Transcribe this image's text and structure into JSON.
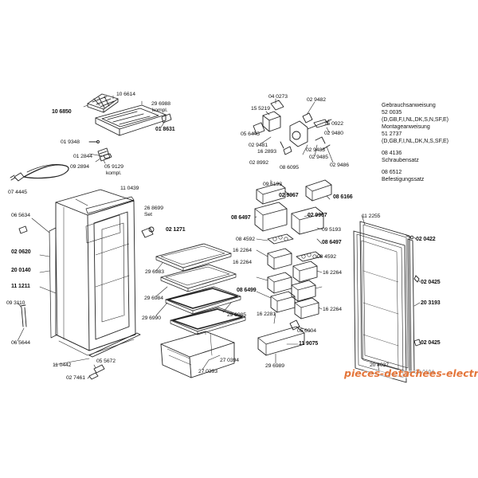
{
  "diagram": {
    "labels": [
      {
        "text": "10 6614",
        "bold": false
      },
      {
        "text": "29 6988",
        "bold": false
      },
      {
        "text": "kompl.",
        "bold": false
      },
      {
        "text": "10 6850",
        "bold": true
      },
      {
        "text": "01 8631",
        "bold": true
      },
      {
        "text": "01 9348",
        "bold": false
      },
      {
        "text": "01 2844",
        "bold": false
      },
      {
        "text": "09 2894",
        "bold": false
      },
      {
        "text": "05 9129",
        "bold": false
      },
      {
        "text": "kompl.",
        "bold": false
      },
      {
        "text": "07 4445",
        "bold": false
      },
      {
        "text": "11 0439",
        "bold": false
      },
      {
        "text": "06 5634",
        "bold": false
      },
      {
        "text": "02 0620",
        "bold": true
      },
      {
        "text": "20 0140",
        "bold": true
      },
      {
        "text": "11 1211",
        "bold": true
      },
      {
        "text": "09 3110",
        "bold": false
      },
      {
        "text": "06 5644",
        "bold": false
      },
      {
        "text": "11 0442",
        "bold": false
      },
      {
        "text": "05 5672",
        "bold": false
      },
      {
        "text": "02 7461",
        "bold": false
      },
      {
        "text": "26 8699",
        "bold": false
      },
      {
        "text": "Set",
        "bold": false
      },
      {
        "text": "02 1271",
        "bold": true
      },
      {
        "text": "29 6983",
        "bold": false
      },
      {
        "text": "29 6984",
        "bold": false
      },
      {
        "text": "29 6990",
        "bold": false
      },
      {
        "text": "29 6985",
        "bold": false
      },
      {
        "text": "27 0394",
        "bold": false
      },
      {
        "text": "27 0393",
        "bold": false
      },
      {
        "text": "04 0273",
        "bold": false
      },
      {
        "text": "15 5219",
        "bold": false
      },
      {
        "text": "02 9482",
        "bold": false
      },
      {
        "text": "15 0922",
        "bold": false
      },
      {
        "text": "05 6445",
        "bold": false
      },
      {
        "text": "02 9480",
        "bold": false
      },
      {
        "text": "02 9481",
        "bold": false
      },
      {
        "text": "16 2893",
        "bold": false
      },
      {
        "text": "02 9483",
        "bold": false
      },
      {
        "text": "02 8992",
        "bold": false
      },
      {
        "text": "08 6095",
        "bold": false
      },
      {
        "text": "02 9485",
        "bold": false
      },
      {
        "text": "02 9486",
        "bold": false
      },
      {
        "text": "09 5193",
        "bold": false
      },
      {
        "text": "02 9967",
        "bold": true
      },
      {
        "text": "08 6166",
        "bold": true
      },
      {
        "text": "08 6497",
        "bold": true
      },
      {
        "text": "02 9967",
        "bold": true
      },
      {
        "text": "09 5193",
        "bold": false
      },
      {
        "text": "08 4592",
        "bold": false
      },
      {
        "text": "08 6497",
        "bold": true
      },
      {
        "text": "16 2264",
        "bold": false
      },
      {
        "text": "08 4592",
        "bold": false
      },
      {
        "text": "16 2264",
        "bold": false
      },
      {
        "text": "16 2264",
        "bold": false
      },
      {
        "text": "08 6499",
        "bold": true
      },
      {
        "text": "16 2264",
        "bold": false
      },
      {
        "text": "16 2281",
        "bold": false
      },
      {
        "text": "05 6904",
        "bold": false
      },
      {
        "text": "11 9075",
        "bold": true
      },
      {
        "text": "29 6989",
        "bold": false
      },
      {
        "text": "11 2255",
        "bold": false
      },
      {
        "text": "02 0422",
        "bold": true
      },
      {
        "text": "02 0425",
        "bold": true
      },
      {
        "text": "20 3193",
        "bold": true
      },
      {
        "text": "02 0425",
        "bold": true
      },
      {
        "text": "20 4037",
        "bold": false
      },
      {
        "text": "20 0194",
        "bold": false
      }
    ],
    "notes": [
      "Gebrauchsanweisung",
      "52 0035",
      "(D,GB,F,I,NL,DK,S,N,SF,E)",
      "Montageanweisung",
      "51 2737",
      "(D,GB,F,I,NL,DK,N,S,SF,E)",
      "08 4136",
      "Schraubensatz",
      "08 6512",
      "Befestigungssatz"
    ],
    "watermark": "pieces-detachees-electromenager"
  }
}
